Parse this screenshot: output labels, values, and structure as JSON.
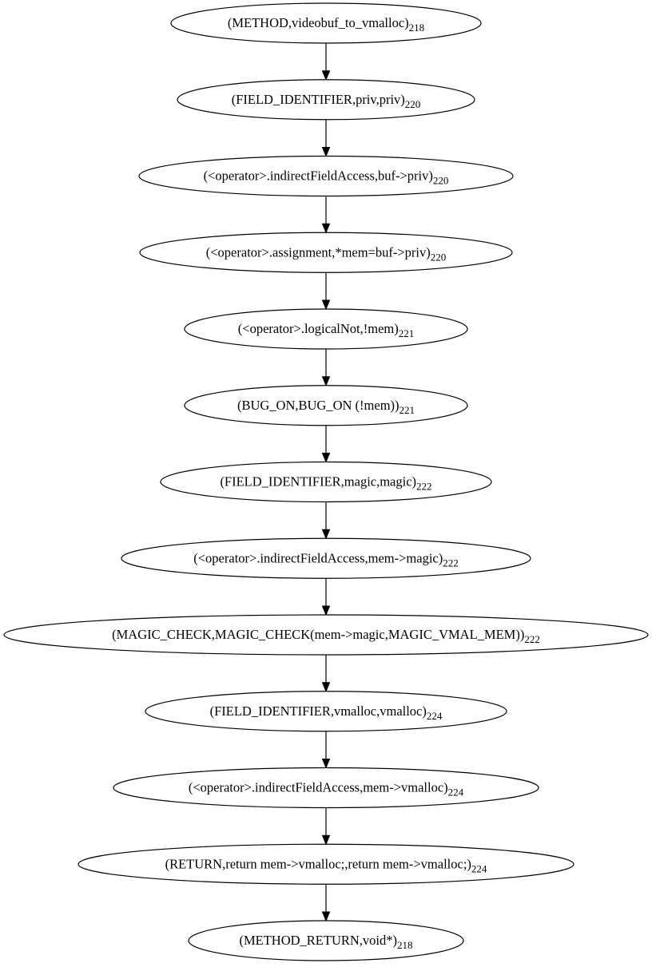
{
  "graph": {
    "nodes": [
      {
        "id": "n0",
        "label": "(METHOD,videobuf_to_vmalloc)",
        "line": "218"
      },
      {
        "id": "n1",
        "label": "(FIELD_IDENTIFIER,priv,priv)",
        "line": "220"
      },
      {
        "id": "n2",
        "label": "(<operator>.indirectFieldAccess,buf->priv)",
        "line": "220"
      },
      {
        "id": "n3",
        "label": "(<operator>.assignment,*mem=buf->priv)",
        "line": "220"
      },
      {
        "id": "n4",
        "label": "(<operator>.logicalNot,!mem)",
        "line": "221"
      },
      {
        "id": "n5",
        "label": "(BUG_ON,BUG_ON (!mem))",
        "line": "221"
      },
      {
        "id": "n6",
        "label": "(FIELD_IDENTIFIER,magic,magic)",
        "line": "222"
      },
      {
        "id": "n7",
        "label": "(<operator>.indirectFieldAccess,mem->magic)",
        "line": "222"
      },
      {
        "id": "n8",
        "label": "(MAGIC_CHECK,MAGIC_CHECK(mem->magic,MAGIC_VMAL_MEM))",
        "line": "222"
      },
      {
        "id": "n9",
        "label": "(FIELD_IDENTIFIER,vmalloc,vmalloc)",
        "line": "224"
      },
      {
        "id": "n10",
        "label": "(<operator>.indirectFieldAccess,mem->vmalloc)",
        "line": "224"
      },
      {
        "id": "n11",
        "label": "(RETURN,return mem->vmalloc;,return mem->vmalloc;)",
        "line": "224"
      },
      {
        "id": "n12",
        "label": "(METHOD_RETURN,void*)",
        "line": "218"
      }
    ],
    "edges": [
      [
        "n0",
        "n1"
      ],
      [
        "n1",
        "n2"
      ],
      [
        "n2",
        "n3"
      ],
      [
        "n3",
        "n4"
      ],
      [
        "n4",
        "n5"
      ],
      [
        "n5",
        "n6"
      ],
      [
        "n6",
        "n7"
      ],
      [
        "n7",
        "n8"
      ],
      [
        "n8",
        "n9"
      ],
      [
        "n9",
        "n10"
      ],
      [
        "n10",
        "n11"
      ],
      [
        "n11",
        "n12"
      ]
    ]
  }
}
